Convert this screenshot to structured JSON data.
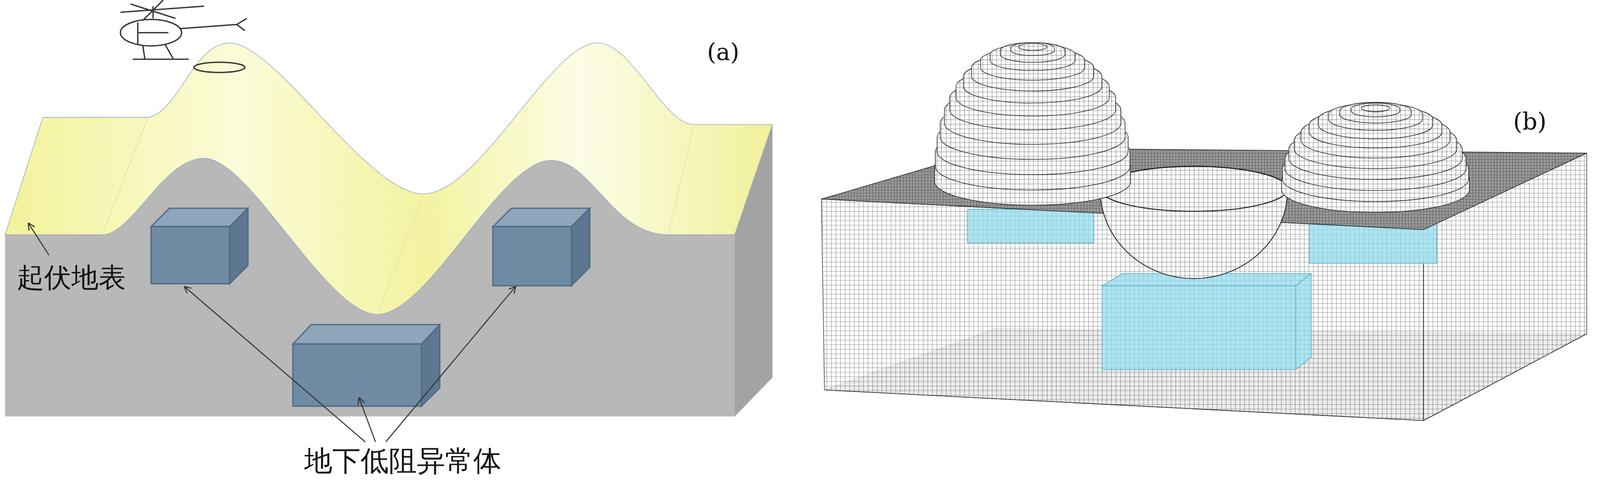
{
  "diagram": {
    "labels": [
      "(a)",
      "(b)",
      "起伏地表",
      "地下低阻异常体"
    ]
  }
}
